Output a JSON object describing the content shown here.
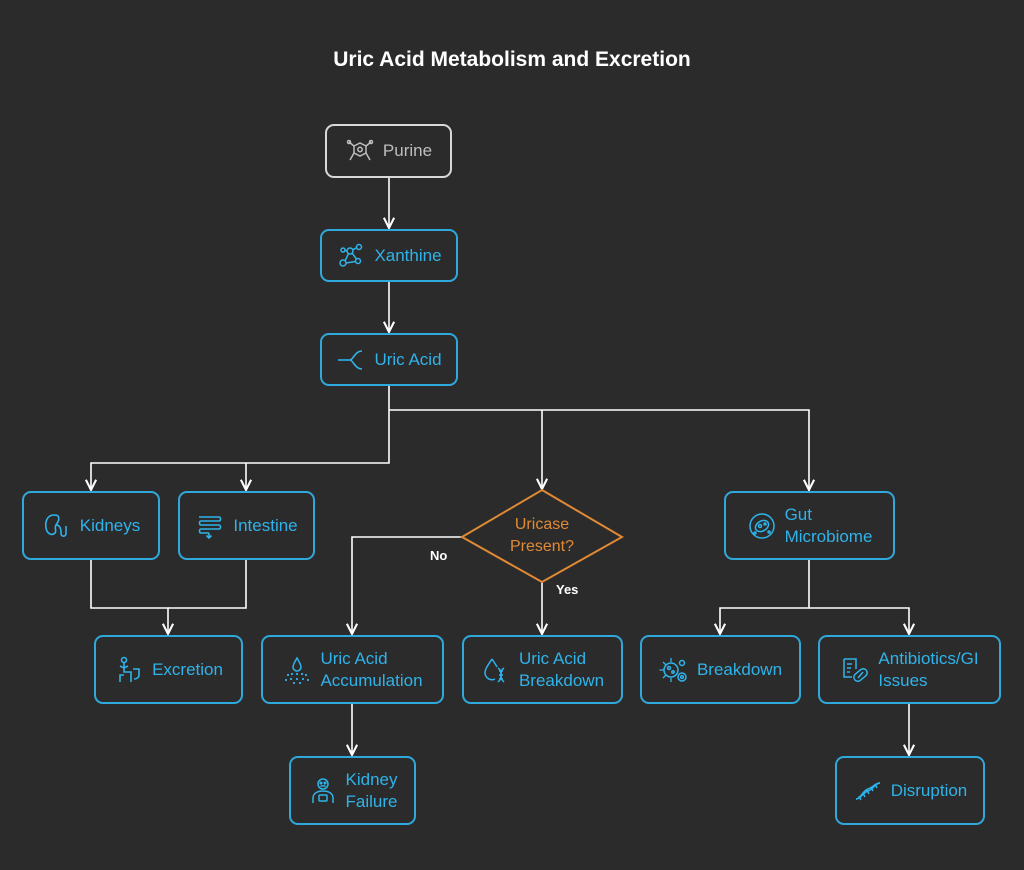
{
  "title": "Uric Acid Metabolism and Excretion",
  "nodes": {
    "purine": "Purine",
    "xanthine": "Xanthine",
    "uric_acid": "Uric Acid",
    "kidneys": "Kidneys",
    "intestine": "Intestine",
    "excretion": "Excretion",
    "uricase_line1": "Uricase",
    "uricase_line2": "Present?",
    "accumulation_line1": "Uric Acid",
    "accumulation_line2": "Accumulation",
    "breakdown_ua_line1": "Uric Acid",
    "breakdown_ua_line2": "Breakdown",
    "gut_line1": "Gut",
    "gut_line2": "Microbiome",
    "breakdown": "Breakdown",
    "antibiotics_line1": "Antibiotics/GI",
    "antibiotics_line2": "Issues",
    "kidney_failure_line1": "Kidney",
    "kidney_failure_line2": "Failure",
    "disruption": "Disruption"
  },
  "edge_labels": {
    "no": "No",
    "yes": "Yes"
  },
  "colors": {
    "accent": "#2fa8dc",
    "decision": "#e08a35",
    "neutral": "#d8d8d8",
    "background": "#2b2b2b"
  },
  "icons": {
    "purine": "molecule-icon",
    "xanthine": "molecule-network-icon",
    "uric_acid": "branch-icon",
    "kidneys": "kidney-icon",
    "intestine": "intestine-icon",
    "excretion": "toilet-person-icon",
    "accumulation": "droplet-spray-icon",
    "breakdown_ua": "droplet-dna-icon",
    "gut": "bacteria-icon",
    "breakdown": "microbe-gear-icon",
    "antibiotics": "pill-icon",
    "kidney_failure": "sick-person-icon",
    "disruption": "dna-icon"
  }
}
